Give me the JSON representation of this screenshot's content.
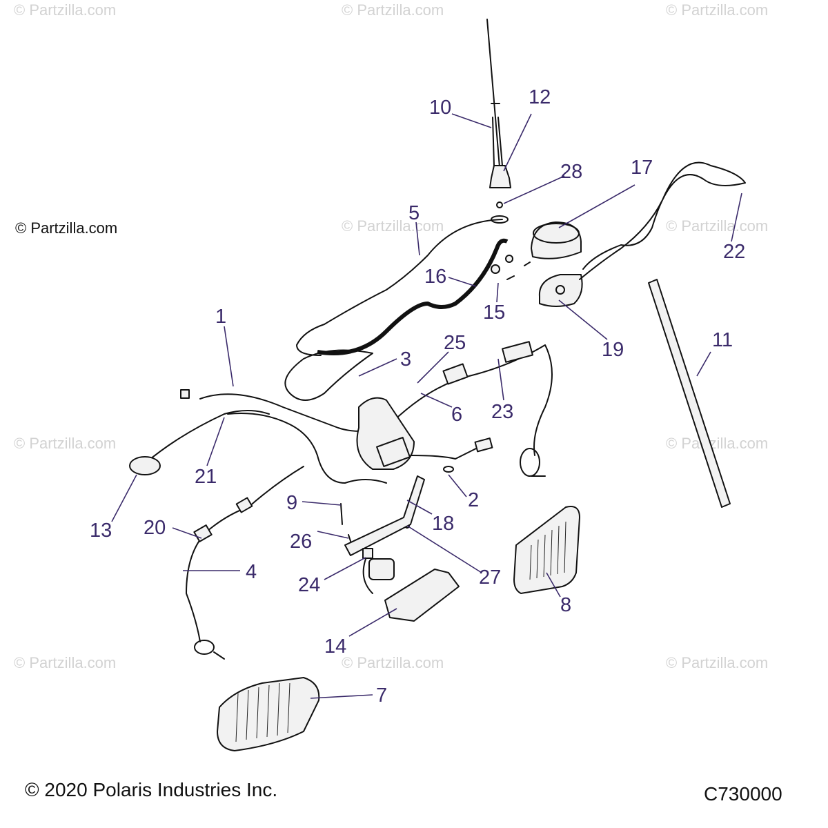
{
  "watermark": "© Partzilla.com",
  "side_watermark": "© Partzilla.com",
  "copyright": "© 2020 Polaris Industries Inc.",
  "diagram_code": "C730000",
  "callouts": {
    "c1": "1",
    "c2": "2",
    "c3": "3",
    "c4": "4",
    "c5": "5",
    "c6": "6",
    "c7": "7",
    "c8": "8",
    "c9": "9",
    "c10": "10",
    "c11": "11",
    "c12": "12",
    "c13": "13",
    "c14": "14",
    "c15": "15",
    "c16": "16",
    "c17": "17",
    "c18": "18",
    "c19": "19",
    "c20": "20",
    "c21": "21",
    "c22": "22",
    "c23": "23",
    "c24": "24",
    "c25": "25",
    "c26": "26",
    "c27": "27",
    "c28": "28"
  },
  "colors": {
    "callout": "#3a2a6a",
    "line_art": "#111111",
    "watermark": "#d2d2d2"
  }
}
